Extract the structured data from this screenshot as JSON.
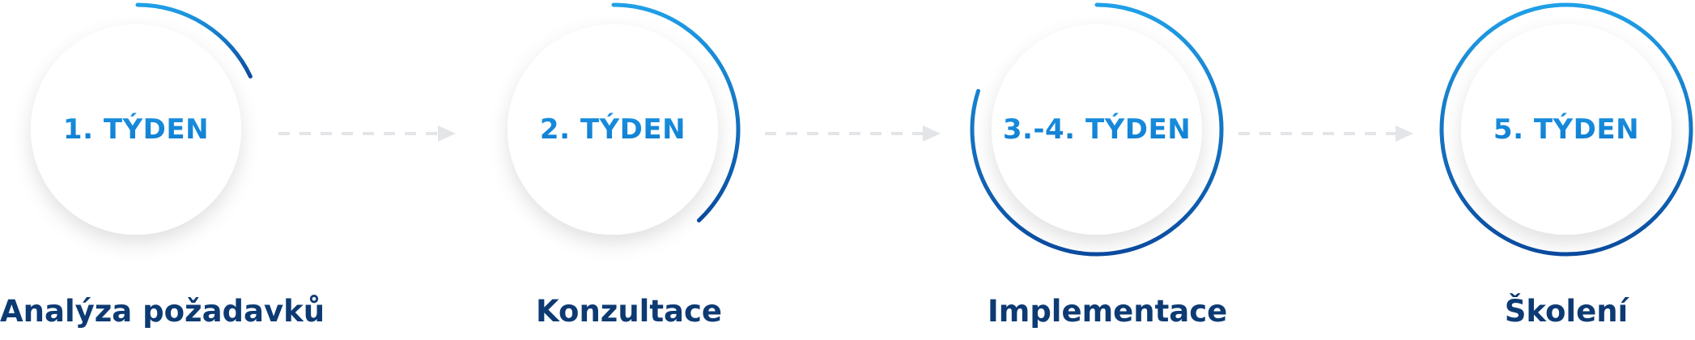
{
  "steps": [
    {
      "week": "1. TÝDEN",
      "label": "Analýza požadavků",
      "progress": 0.18
    },
    {
      "week": "2. TÝDEN",
      "label": "Konzultace",
      "progress": 0.38
    },
    {
      "week": "3.-4. TÝDEN",
      "label": "Implementace",
      "progress": 0.8
    },
    {
      "week": "5. TÝDEN",
      "label": "Školení",
      "progress": 1.0
    }
  ],
  "colors": {
    "arc_light": "#1fa0e8",
    "arc_dark": "#0a4a9e",
    "label": "#0d3a73",
    "connector": "#e3e5e8",
    "circle_fill": "#ffffff"
  }
}
